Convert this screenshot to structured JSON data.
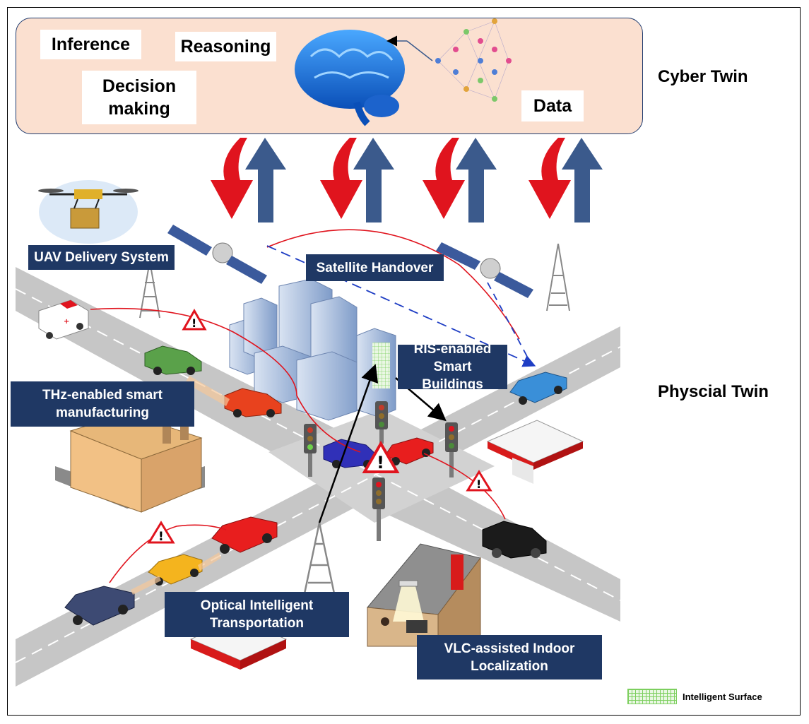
{
  "cyber_twin": {
    "title": "Cyber Twin",
    "labels": {
      "inference": "Inference",
      "reasoning": "Reasoning",
      "decision": "Decision making",
      "data": "Data"
    },
    "brain_icon": "brain-icon",
    "network_icon": "neural-network-icon"
  },
  "physical_twin": {
    "title": "Physcial Twin"
  },
  "applications": {
    "uav": "UAV Delivery System",
    "satellite": "Satellite Handover",
    "thz": "THz-enabled smart manufacturing",
    "ris": "RIS-enabled Smart Buildings",
    "optical": "Optical Intelligent Transportation",
    "vlc": "VLC-assisted Indoor Localization"
  },
  "legend": {
    "label": "Intelligent Surface"
  },
  "colors": {
    "down_arrow": "#e0141e",
    "up_arrow": "#3b5a8c",
    "label_bg": "#1f3864",
    "cyber_bg": "#fbe0d0",
    "road": "#c8c8c8",
    "warning": "#e0141e",
    "ris_surface": "#7ccf5e"
  }
}
